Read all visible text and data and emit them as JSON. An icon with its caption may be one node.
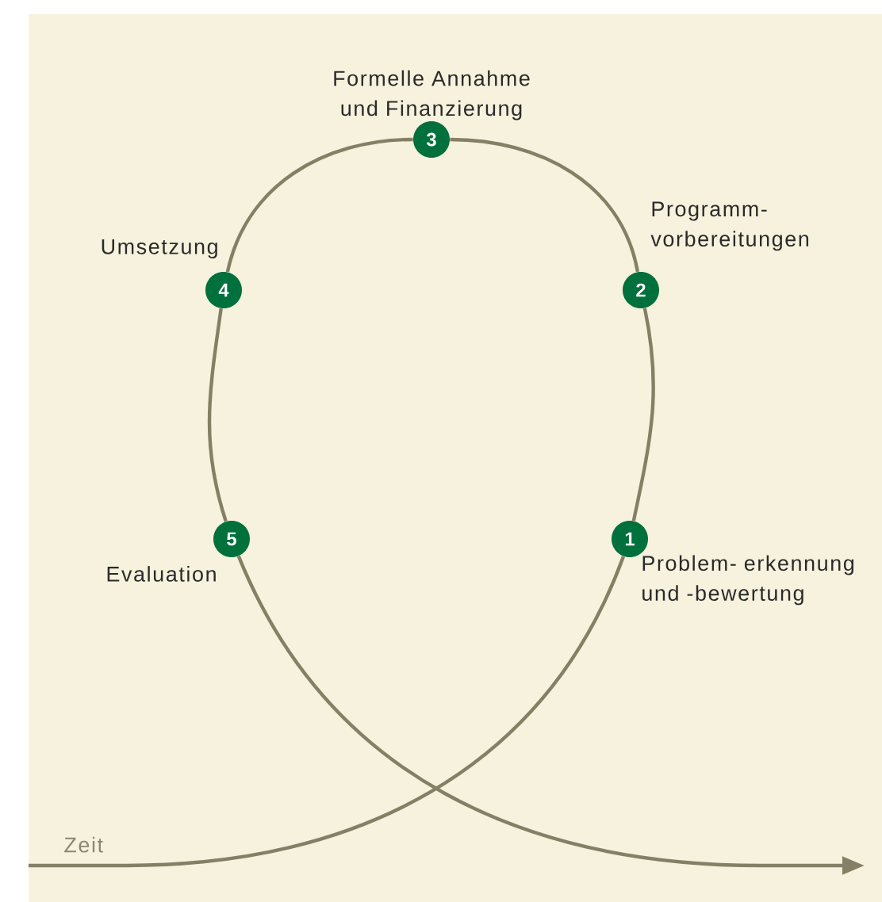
{
  "diagram": {
    "nodes": [
      {
        "text": [
          "1"
        ],
        "beside": [
          "Problem- erkennung und -bewertung"
        ]
      },
      {
        "text": [
          "2"
        ],
        "beside": [
          "Programm- vorbereitungen"
        ]
      },
      {
        "text": [
          "3"
        ],
        "beside": [
          "Formelle Annahme und Finanzierung"
        ]
      },
      {
        "text": [
          "4"
        ],
        "beside": [
          "Umsetzung"
        ]
      },
      {
        "text": [
          "5"
        ],
        "beside": [
          "Evaluation"
        ]
      }
    ],
    "edges": [
      {
        "from": null,
        "to": 0,
        "arrow": "none"
      },
      {
        "from": 0,
        "to": 1,
        "arrow": "none"
      },
      {
        "from": 1,
        "to": 2,
        "arrow": "none"
      },
      {
        "from": 2,
        "to": 3,
        "arrow": "none"
      },
      {
        "from": 3,
        "to": 4,
        "arrow": "none"
      },
      {
        "from": 4,
        "to": null,
        "arrow": "to"
      }
    ],
    "labels": [
      "Zeit"
    ]
  }
}
